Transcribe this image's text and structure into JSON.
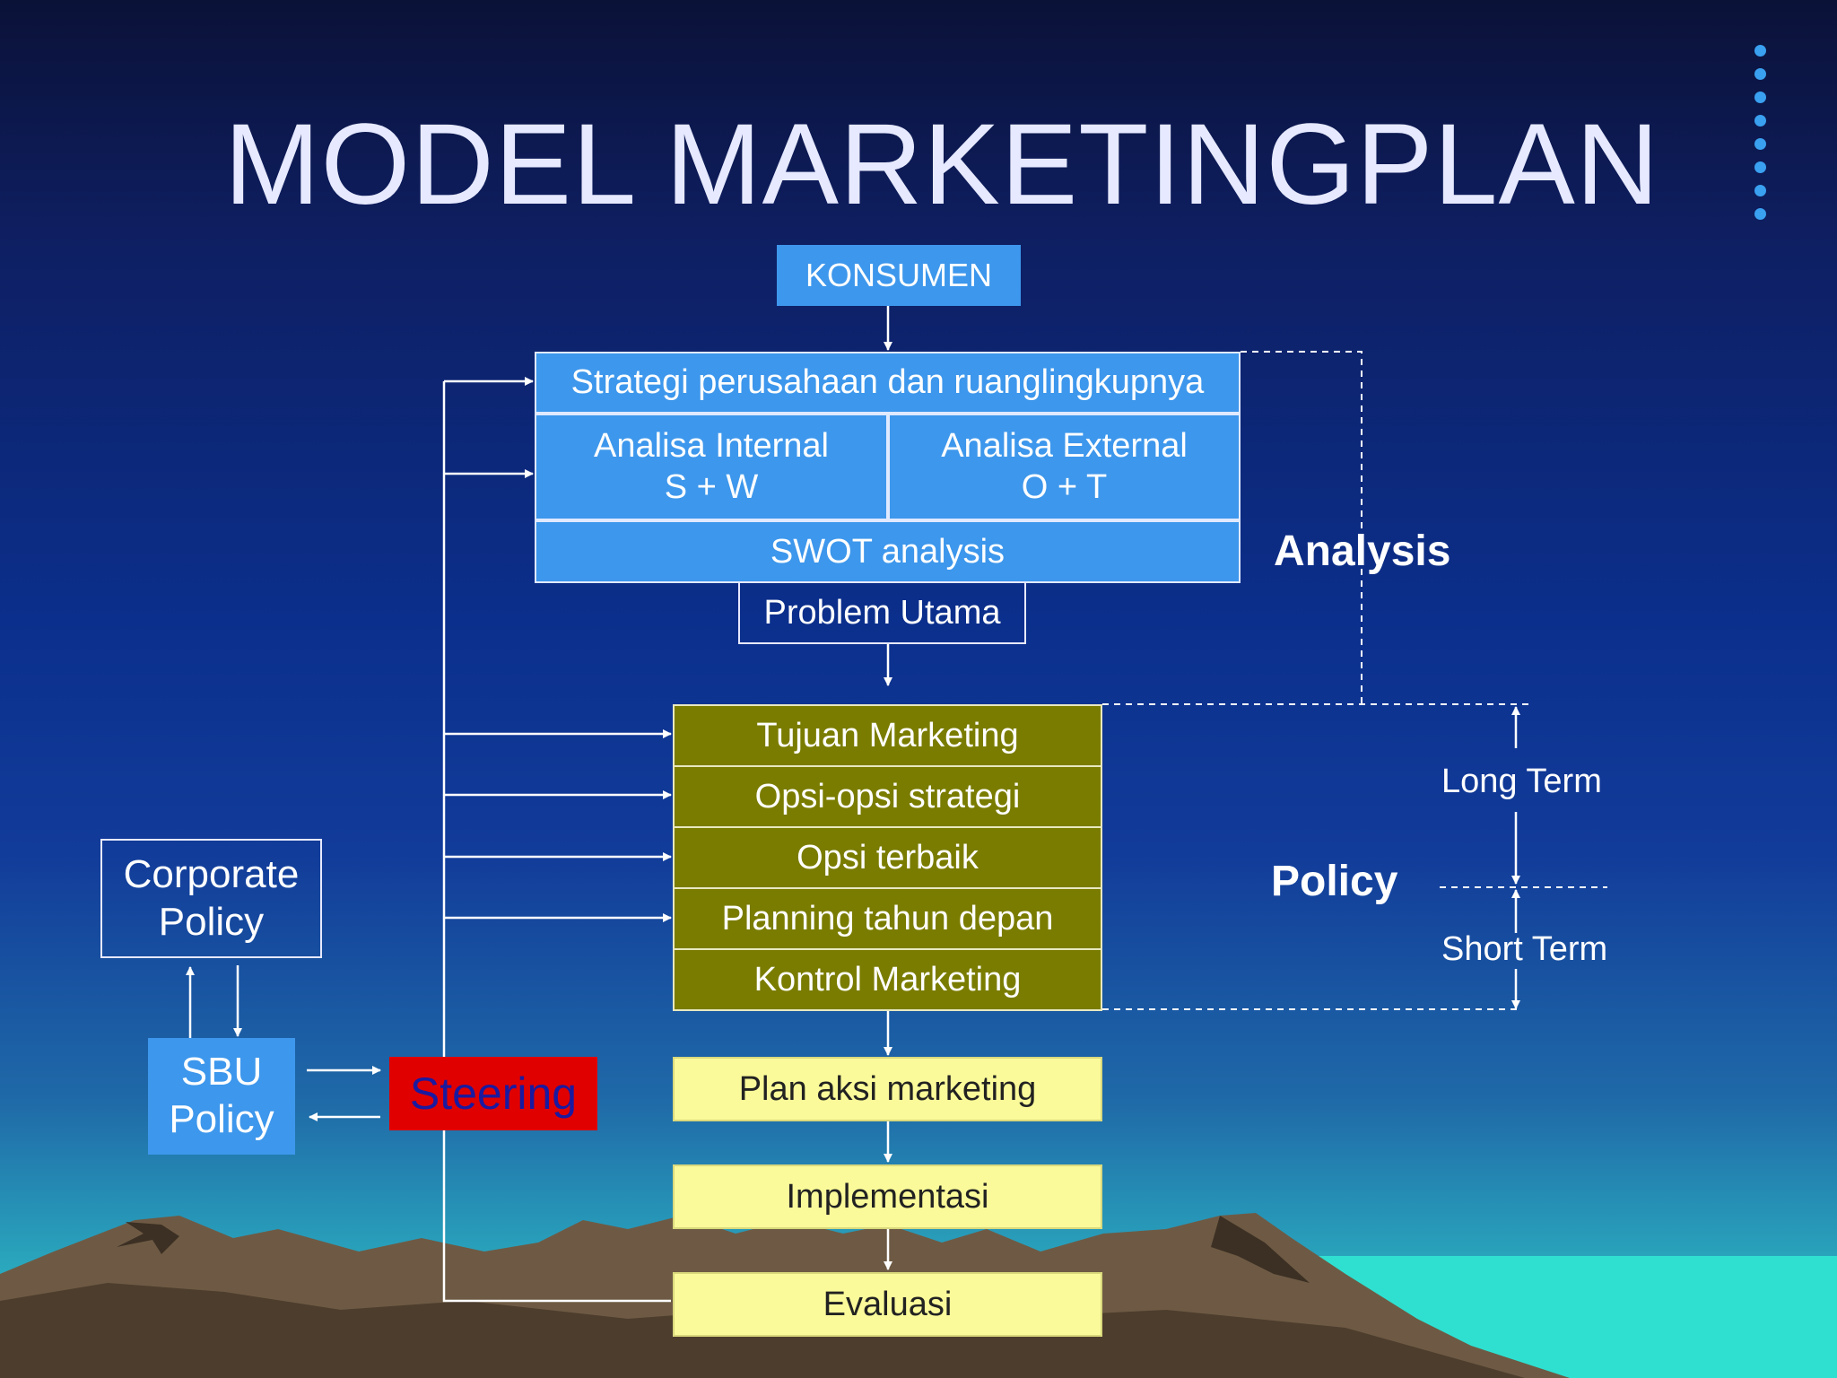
{
  "title": "MODEL MARKETINGPLAN",
  "colors": {
    "blue_box": "#3d97ec",
    "olive_box": "#7a7c00",
    "yellow_box": "#fafa9a",
    "steering_box": "#e00000",
    "steering_text": "#1a1aa0"
  },
  "diagram": {
    "konsumen": "KONSUMEN",
    "strategi": "Strategi perusahaan dan ruanglingkupnya",
    "analisa_internal": "Analisa Internal\nS + W",
    "analisa_external": "Analisa External\nO + T",
    "swot": "SWOT analysis",
    "problem": "Problem Utama",
    "policy_items": [
      "Tujuan Marketing",
      "Opsi-opsi strategi",
      "Opsi terbaik",
      "Planning tahun depan",
      "Kontrol Marketing"
    ],
    "plan_aksi": "Plan aksi marketing",
    "implementasi": "Implementasi",
    "evaluasi": "Evaluasi",
    "corporate_policy": "Corporate\nPolicy",
    "sbu_policy": "SBU\nPolicy",
    "steering": "Steering",
    "analysis_label": "Analysis",
    "policy_label": "Policy",
    "long_term": "Long Term",
    "short_term": "Short Term"
  }
}
